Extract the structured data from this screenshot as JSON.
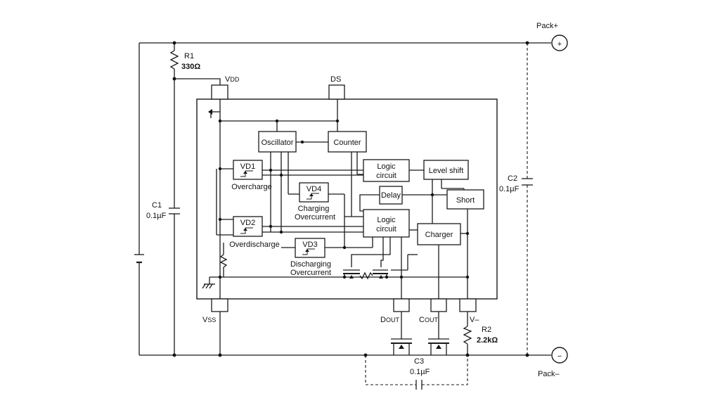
{
  "components": {
    "r1": {
      "name": "R1",
      "value": "330Ω"
    },
    "r2": {
      "name": "R2",
      "value": "2.2kΩ"
    },
    "c1": {
      "name": "C1",
      "value": "0.1µF"
    },
    "c2": {
      "name": "C2",
      "value": "0.1µF"
    },
    "c3": {
      "name": "C3",
      "value": "0.1µF"
    }
  },
  "terminals": {
    "pack_plus": "Pack+",
    "pack_minus": "Pack–",
    "plus_symbol": "+",
    "minus_symbol": "−"
  },
  "pins": {
    "vdd_main": "V",
    "vdd_sub": "DD",
    "ds": "DS",
    "vss_main": "V",
    "vss_sub": "SS",
    "dout_main": "D",
    "dout_sub": "OUT",
    "cout_main": "C",
    "cout_sub": "OUT",
    "vminus": "V–"
  },
  "blocks": {
    "oscillator": "Oscillator",
    "counter": "Counter",
    "logic1_line1": "Logic",
    "logic1_line2": "circuit",
    "level_shift": "Level shift",
    "delay": "Delay",
    "short": "Short",
    "logic2_line1": "Logic",
    "logic2_line2": "circuit",
    "charger": "Charger"
  },
  "detectors": {
    "vd1": {
      "name": "VD1",
      "label": "Overcharge"
    },
    "vd2": {
      "name": "VD2",
      "label": "Overdischarge"
    },
    "vd3": {
      "name": "VD3",
      "label_line1": "Discharging",
      "label_line2": "Overcurrent"
    },
    "vd4": {
      "name": "VD4",
      "label_line1": "Charging",
      "label_line2": "Overcurrent"
    }
  }
}
